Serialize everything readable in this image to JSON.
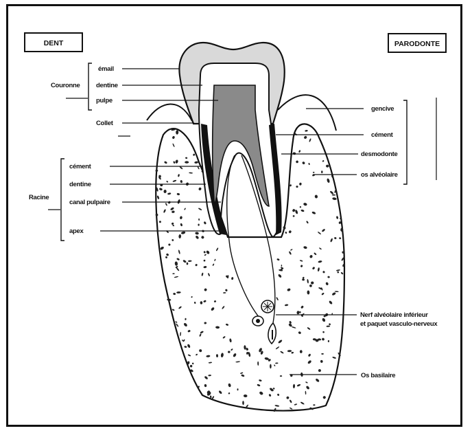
{
  "headers": {
    "left": "DENT",
    "right": "PARODONTE"
  },
  "groups": {
    "couronne": "Couronne",
    "racine": "Racine"
  },
  "left_labels": {
    "email": "émail",
    "dentine_crown": "dentine",
    "pulpe": "pulpe",
    "collet": "Collet",
    "cement": "cément",
    "dentine_root": "dentine",
    "canal": "canal pulpaire",
    "apex": "apex"
  },
  "right_labels": {
    "gencive": "gencive",
    "cement": "cément",
    "desmodonte": "desmodonte",
    "os_alveolaire": "os alvéolaire",
    "nerf_line1": "Nerf alvéolaire inférieur",
    "nerf_line2": "et paquet vasculo-nerveux",
    "os_basilaire": "Os basilaire"
  },
  "colors": {
    "ink": "#111111",
    "enamel": "#d9d9d9",
    "pulp": "#8a8a8a",
    "paper": "#ffffff"
  }
}
